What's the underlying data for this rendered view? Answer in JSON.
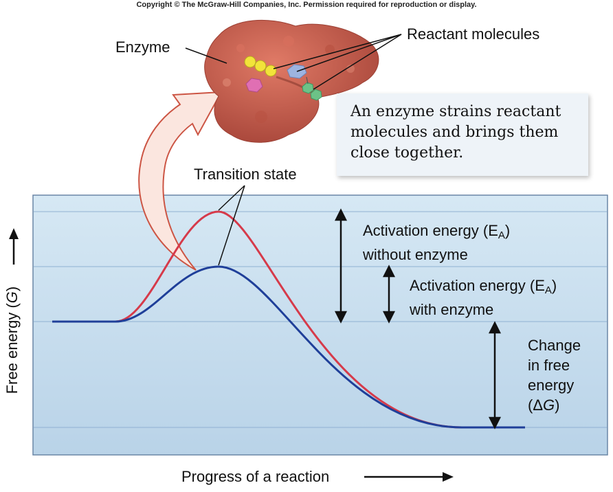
{
  "copyright": "Copyright © The McGraw-Hill Companies, Inc. Permission required for reproduction or display.",
  "labels": {
    "enzyme": "Enzyme",
    "reactant_molecules": "Reactant molecules",
    "transition_state": "Transition state",
    "callout_line1": "An enzyme strains reactant",
    "callout_line2": "molecules and brings them",
    "callout_line3": "close together.",
    "ea_without_line1_prefix": "Activation energy (E",
    "ea_without_line1_sub": "A",
    "ea_without_line1_suffix": ")",
    "ea_without_line2": "without enzyme",
    "ea_with_line1_prefix": "Activation energy (E",
    "ea_with_line1_sub": "A",
    "ea_with_line1_suffix": ")",
    "ea_with_line2": "with enzyme",
    "dg_line1": "Change",
    "dg_line2": "in free",
    "dg_line3": "energy",
    "dg_line4_prefix": "(Δ",
    "dg_line4_italic": "G",
    "dg_line4_suffix": ")",
    "y_axis_prefix": "Free energy (",
    "y_axis_italic": "G",
    "y_axis_suffix": ")",
    "x_axis": "Progress of a reaction"
  },
  "colors": {
    "without_enzyme_curve": "#d63a4a",
    "with_enzyme_curve": "#1f3f99",
    "panel_top": "#d6e8f4",
    "panel_bottom": "#b9d3e8",
    "enzyme_body": "#c5594a",
    "reactant_yellow": "#f2e33a",
    "reactant_blue": "#9db4e0",
    "reactant_pink": "#e06fb3",
    "reactant_green": "#6cc287",
    "arrow_fill": "#fbe6df",
    "arrow_stroke": "#cc5544"
  }
}
